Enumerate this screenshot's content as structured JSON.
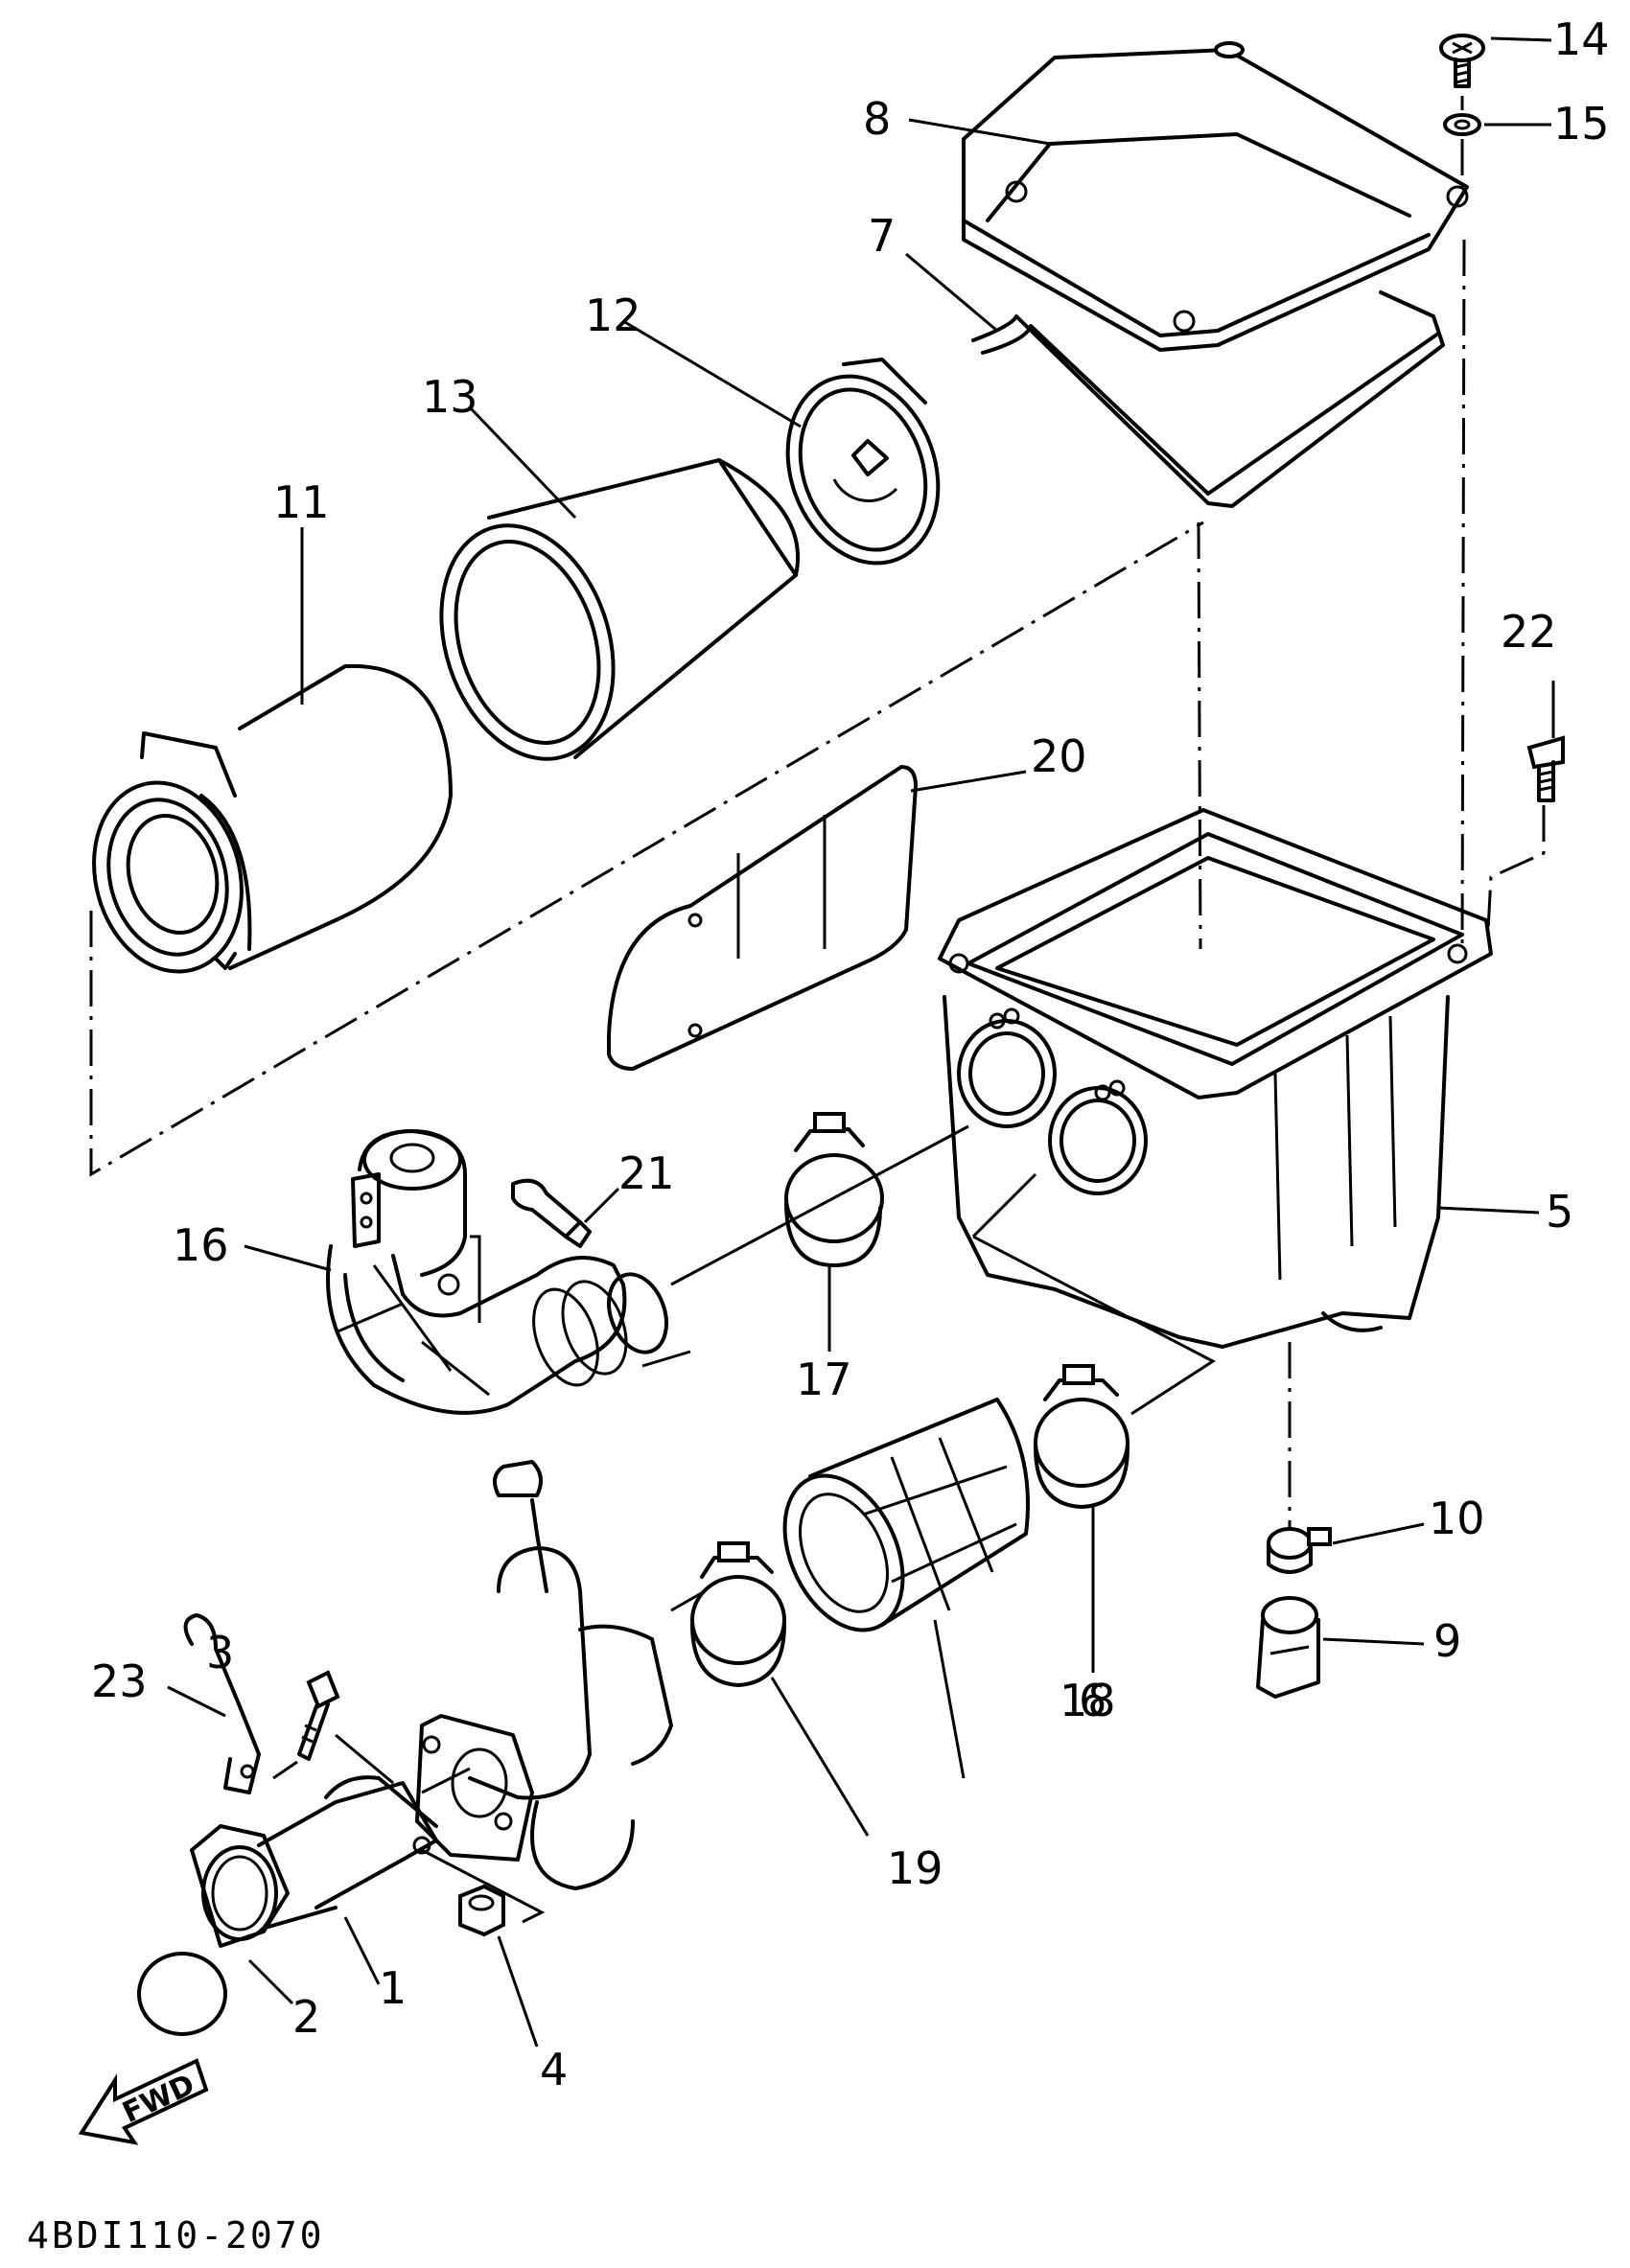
{
  "callouts": [
    {
      "id": "1",
      "label": "1"
    },
    {
      "id": "2",
      "label": "2"
    },
    {
      "id": "3",
      "label": "3"
    },
    {
      "id": "4",
      "label": "4"
    },
    {
      "id": "5",
      "label": "5"
    },
    {
      "id": "6",
      "label": "6"
    },
    {
      "id": "7",
      "label": "7"
    },
    {
      "id": "8",
      "label": "8"
    },
    {
      "id": "9",
      "label": "9"
    },
    {
      "id": "10",
      "label": "10"
    },
    {
      "id": "11",
      "label": "11"
    },
    {
      "id": "12",
      "label": "12"
    },
    {
      "id": "13",
      "label": "13"
    },
    {
      "id": "14",
      "label": "14"
    },
    {
      "id": "15",
      "label": "15"
    },
    {
      "id": "16",
      "label": "16"
    },
    {
      "id": "17",
      "label": "17"
    },
    {
      "id": "18",
      "label": "18"
    },
    {
      "id": "19",
      "label": "19"
    },
    {
      "id": "20",
      "label": "20"
    },
    {
      "id": "21",
      "label": "21"
    },
    {
      "id": "22",
      "label": "22"
    },
    {
      "id": "23",
      "label": "23"
    }
  ],
  "direction_marker": {
    "label": "FWD"
  },
  "drawing_code": "4BDI110-2070"
}
